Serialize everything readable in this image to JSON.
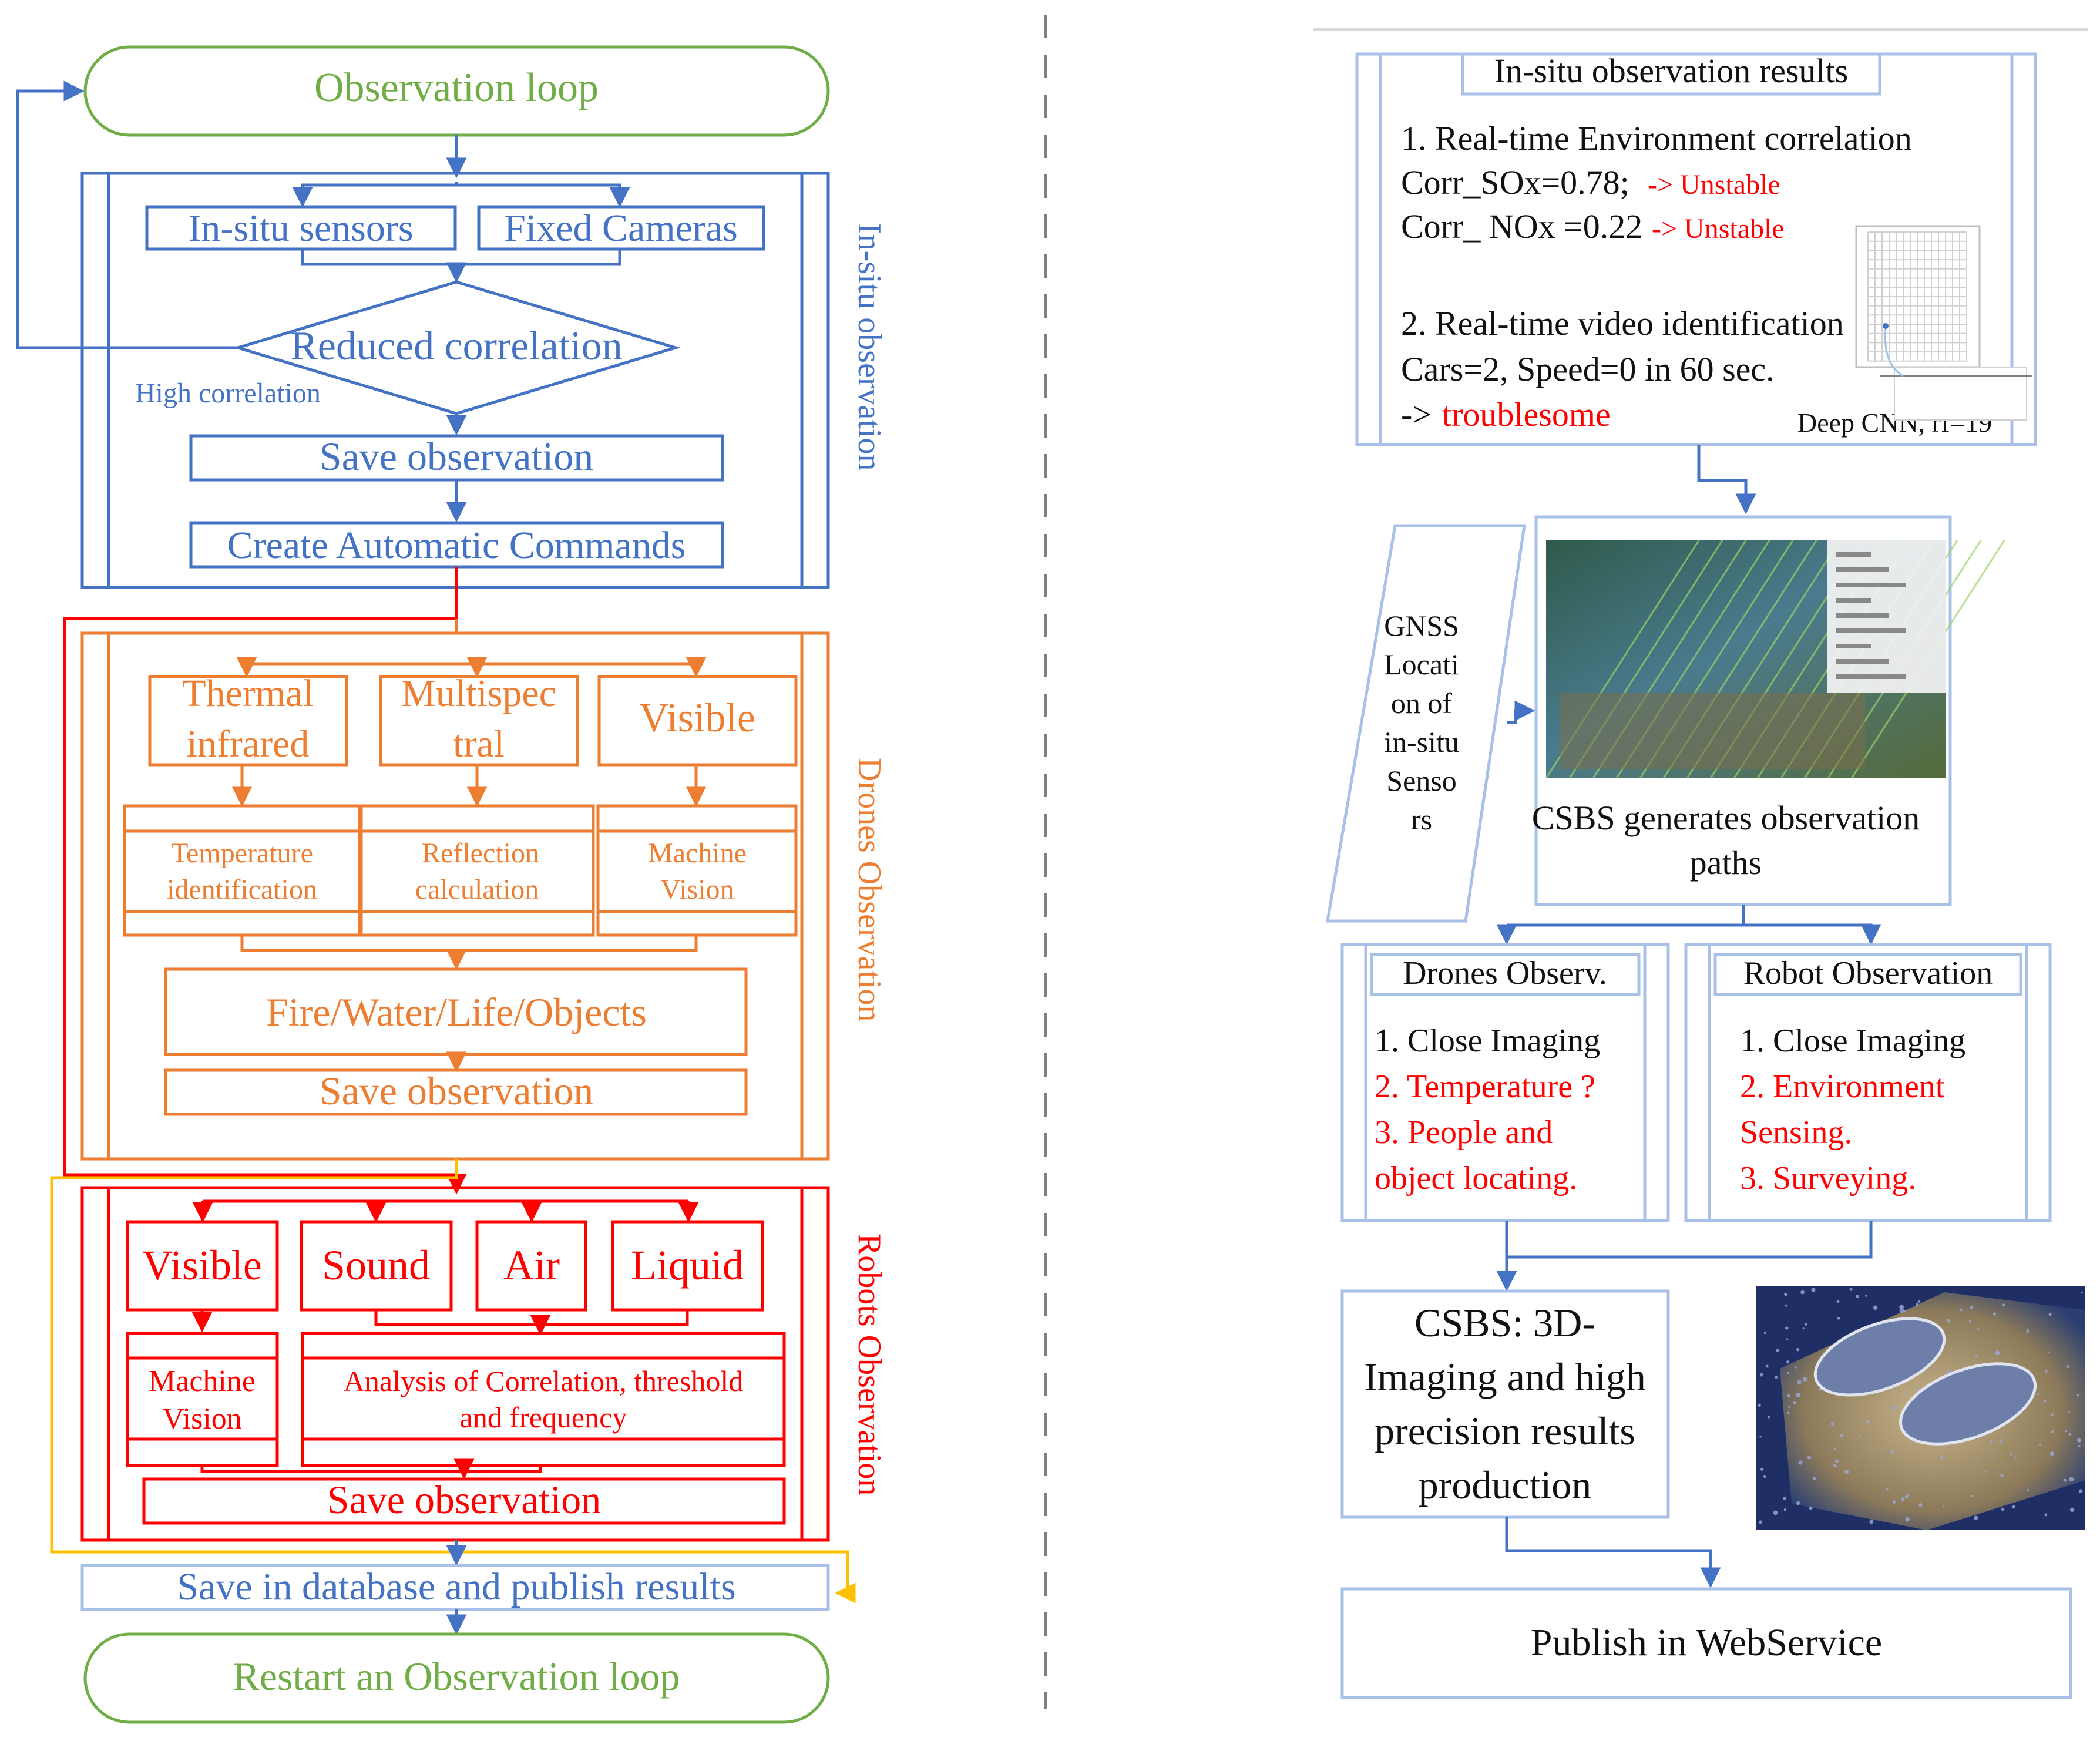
{
  "left": {
    "observation_loop": "Observation loop",
    "insitu_section_label": "In-situ observation",
    "insitu_sensors": "In-situ sensors",
    "fixed_cameras": "Fixed Cameras",
    "reduced_correlation": "Reduced correlation",
    "high_correlation": "High correlation",
    "save_observation_1": "Save observation",
    "create_commands": "Create Automatic Commands",
    "drones_section_label": "Drones Observation",
    "thermal_1": "Thermal",
    "thermal_2": "infrared",
    "multispec_1": "Multispec",
    "multispec_2": "tral",
    "visible_drone": "Visible",
    "temp_id_1": "Temperature",
    "temp_id_2": "identification",
    "reflection_1": "Reflection",
    "reflection_2": "calculation",
    "machine_vision_drone_1": "Machine",
    "machine_vision_drone_2": "Vision",
    "fire_water": "Fire/Water/Life/Objects",
    "save_observation_2": "Save observation",
    "robots_section_label": "Robots Observation",
    "visible_robot": "Visible",
    "sound": "Sound",
    "air": "Air",
    "liquid": "Liquid",
    "machine_vision_robot_1": "Machine",
    "machine_vision_robot_2": "Vision",
    "analysis_1": "Analysis of Correlation, threshold",
    "analysis_2": "and frequency",
    "save_observation_3": "Save observation",
    "save_database": "Save in database and publish results",
    "restart_loop": "Restart an Observation loop"
  },
  "right": {
    "insitu_results_title": "In-situ observation results",
    "env_corr_heading": "1. Real-time Environment correlation",
    "corr_sox": "Corr_SOx=0.78;",
    "corr_sox_flag": "-> Unstable",
    "corr_nox": "Corr_ NOx =0.22",
    "corr_nox_flag": "-> Unstable",
    "video_heading": "2. Real-time video identification",
    "cars_line": "Cars=2, Speed=0 in 60 sec.",
    "troublesome_arrow": "->",
    "troublesome": "troublesome",
    "deep_cnn": "Deep CNN, rf=19",
    "gnss_lines": [
      "GNSS",
      "Locati",
      "on of",
      "in-situ",
      "Senso",
      "rs"
    ],
    "csbs_paths_1": "CSBS generates observation",
    "csbs_paths_2": "paths",
    "drones_obs_title": "Drones Observ.",
    "drones_item_1": "1. Close Imaging",
    "drones_item_2": "2. Temperature ?",
    "drones_item_3a": "3. People and",
    "drones_item_3b": "object locating.",
    "robot_obs_title": "Robot Observation",
    "robot_item_1": "1. Close Imaging",
    "robot_item_2a": "2. Environment",
    "robot_item_2b": "Sensing.",
    "robot_item_3": "3. Surveying.",
    "csbs_3d_lines": [
      "CSBS: 3D-",
      "Imaging and high",
      "precision results",
      "production"
    ],
    "publish_webservice": "Publish in WebService"
  },
  "colors": {
    "blue": "#4472c4",
    "orange": "#ed7d31",
    "red": "#ff0000",
    "green": "#70ad47",
    "yellow": "#ffc000",
    "light_blue": "#a9c0e8"
  }
}
